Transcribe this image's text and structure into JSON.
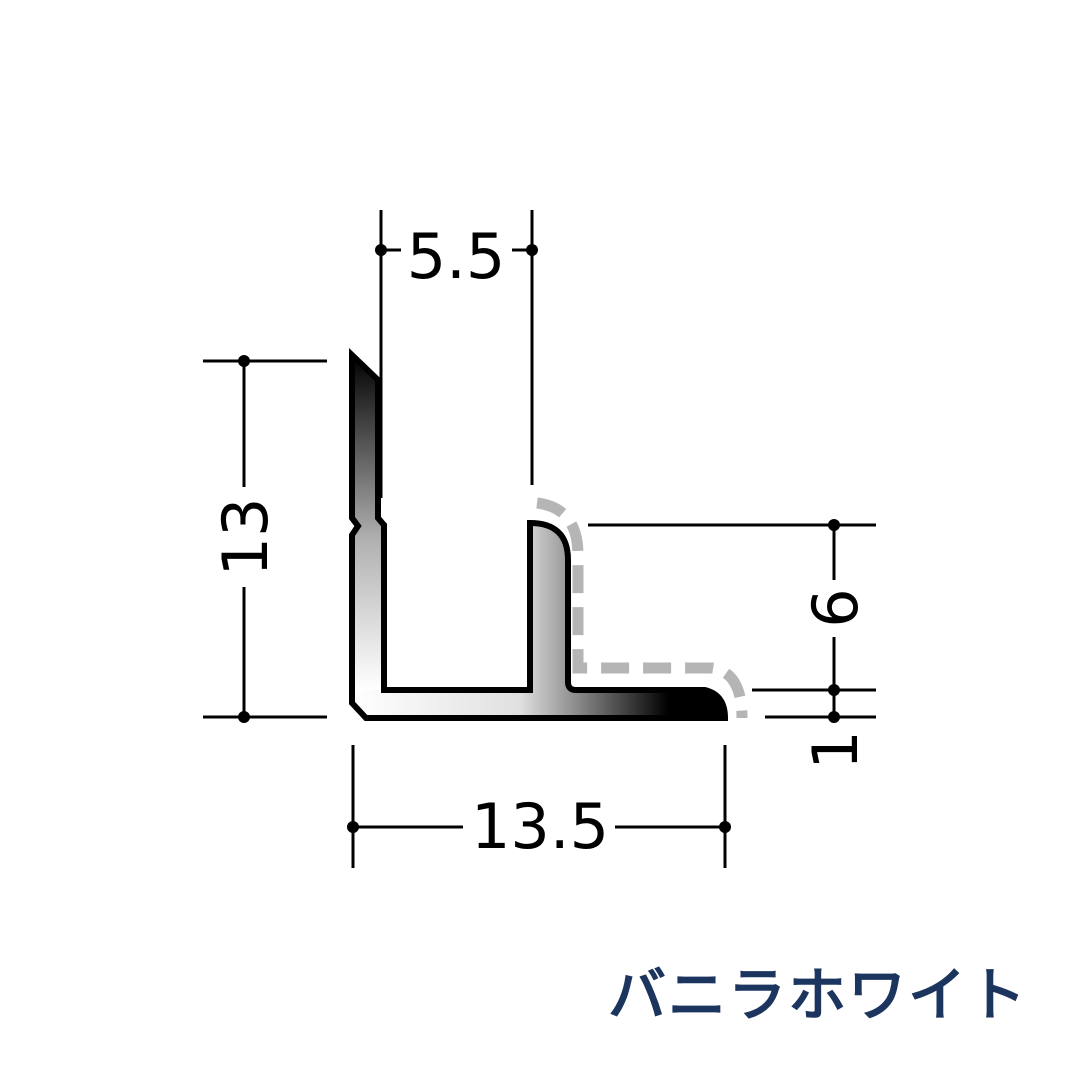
{
  "drawing": {
    "type": "profile-cross-section",
    "units": "mm",
    "dimensions": {
      "top_width": "5.5",
      "height": "13",
      "bottom_width": "13.5",
      "side_height": "6",
      "thickness": "1"
    }
  },
  "caption": {
    "color_name": "バニラホワイト",
    "color_hex": "#1b355e"
  },
  "colors": {
    "profile_outline": "#000000",
    "dashed_outline": "#b5b5b5",
    "dimension_lines": "#000000"
  }
}
